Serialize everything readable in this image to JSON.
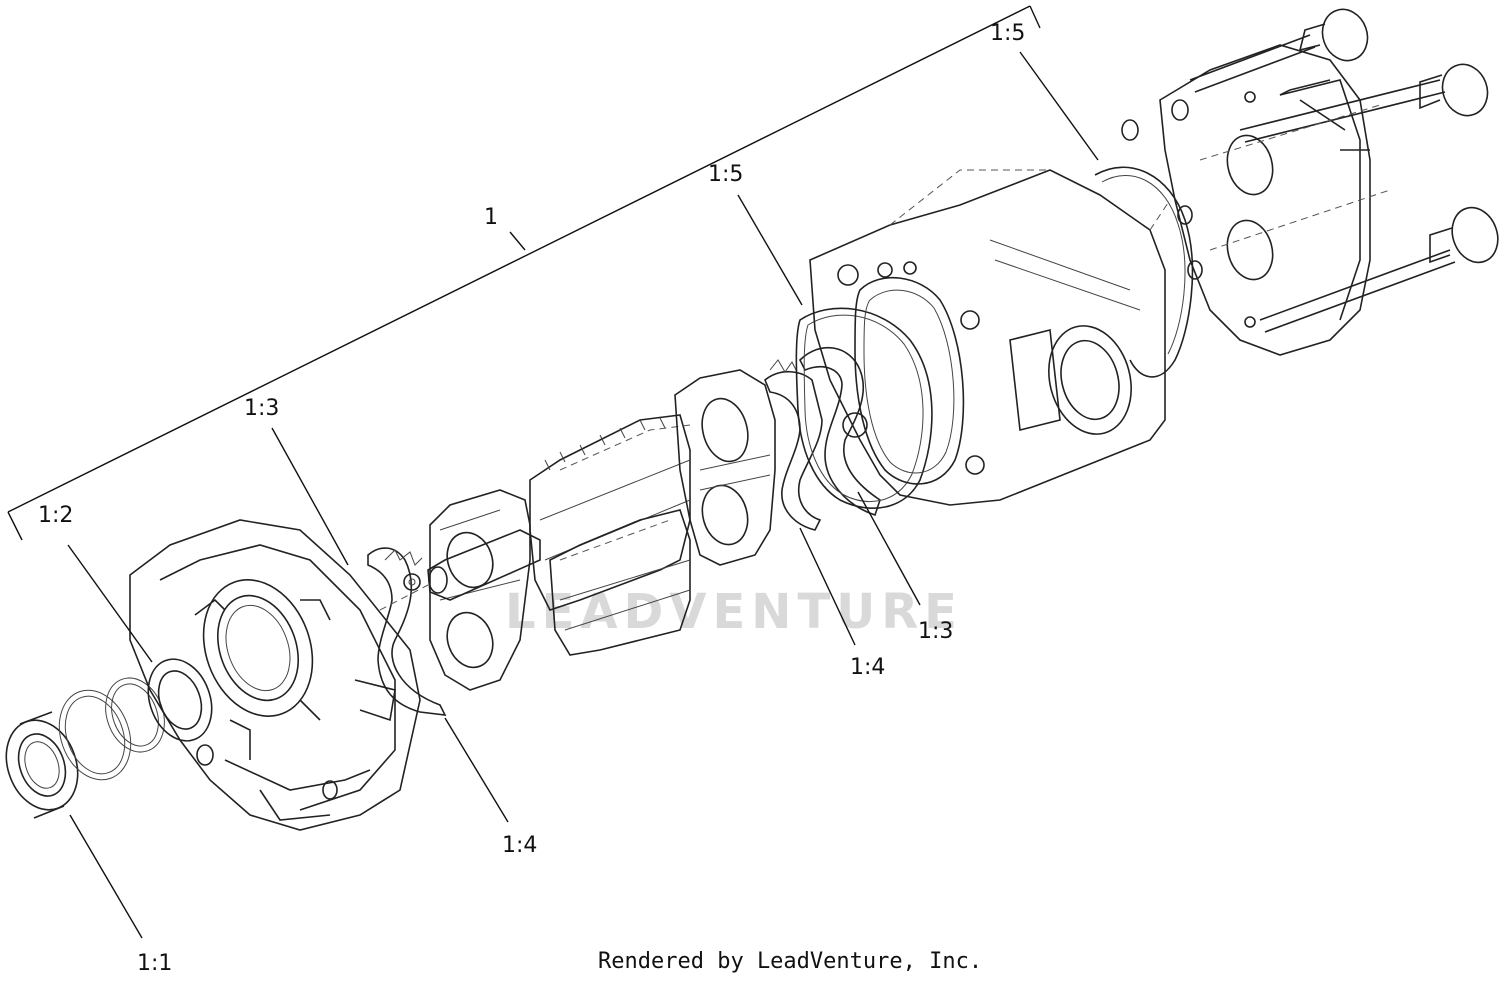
{
  "callouts": {
    "assembly": "1",
    "c1_1": "1:1",
    "c1_2": "1:2",
    "c1_3_left": "1:3",
    "c1_3_right": "1:3",
    "c1_4_left": "1:4",
    "c1_4_right": "1:4",
    "c1_5_mid": "1:5",
    "c1_5_top": "1:5"
  },
  "watermark": "LEADVENTURE",
  "credit": "Rendered by LeadVenture, Inc."
}
